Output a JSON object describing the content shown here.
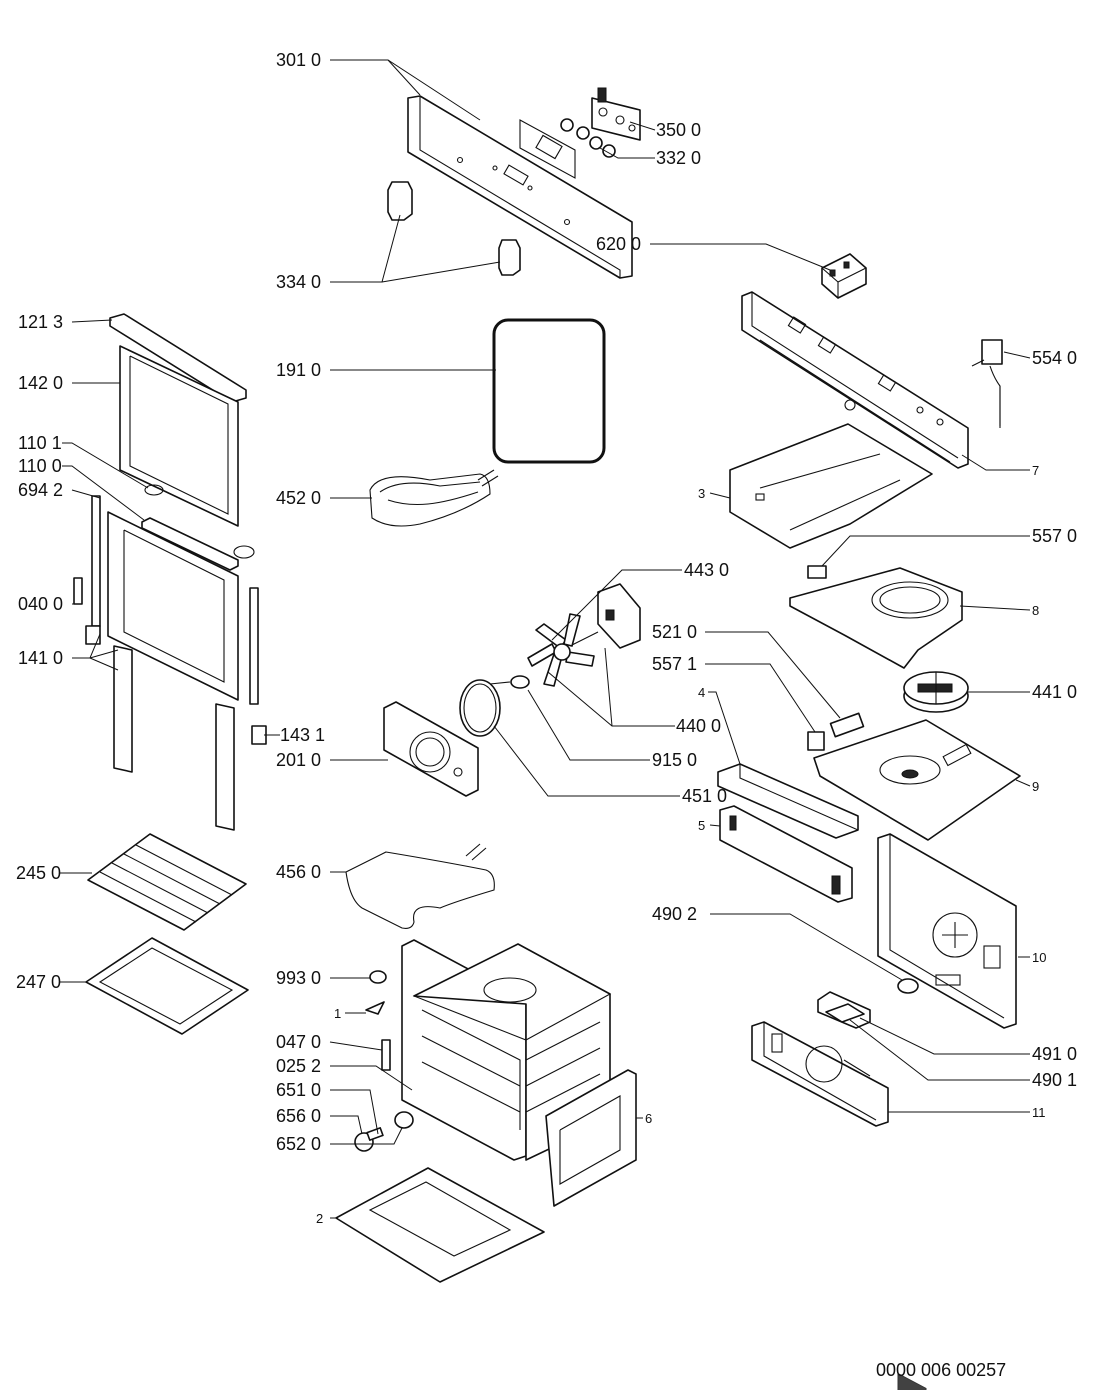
{
  "callouts": {
    "c3010": "301 0",
    "c3500": "350 0",
    "c3320": "332 0",
    "c3340": "334 0",
    "c6200": "620 0",
    "c5540": "554 0",
    "c1213": "121 3",
    "c1420": "142 0",
    "c1910": "191 0",
    "c1101": "110 1",
    "c1100": "110 0",
    "c6942": "694 2",
    "c4520": "452 0",
    "c7": "7",
    "c3": "3",
    "c5570": "557 0",
    "c0400": "040 0",
    "c4430": "443 0",
    "c8": "8",
    "c1410": "141 0",
    "c5210": "521 0",
    "c5571": "557 1",
    "c4410": "441 0",
    "c4": "4",
    "c4400": "440 0",
    "c1431": "143 1",
    "c2010": "201 0",
    "c9150": "915 0",
    "c9": "9",
    "c4510": "451 0",
    "c5": "5",
    "c4560": "456 0",
    "c2450": "245 0",
    "c4902": "490 2",
    "c10": "10",
    "c2470": "247 0",
    "c9930": "993 0",
    "c1": "1",
    "c0470": "047 0",
    "c0252": "025 2",
    "c6": "6",
    "c6510": "651 0",
    "c4910": "491 0",
    "c4901": "490 1",
    "c6560": "656 0",
    "c11": "11",
    "c6520": "652 0",
    "c2": "2"
  },
  "document_number": "0000 006 00257"
}
